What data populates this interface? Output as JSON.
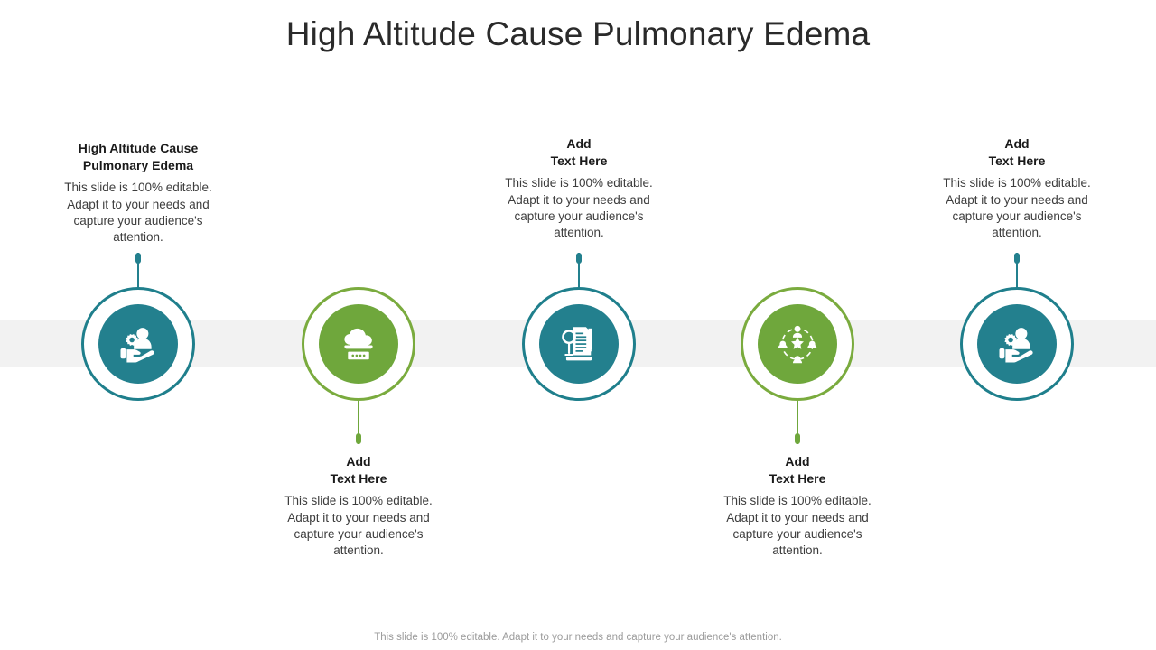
{
  "slide": {
    "title": "High Altitude Cause Pulmonary Edema",
    "footer": "This slide is 100% editable. Adapt it to your needs and capture your audience's attention.",
    "colors": {
      "teal": "#23808e",
      "teal_ring": "#1f7f8c",
      "green": "#6fa73c",
      "green_ring": "#7aab3e",
      "band_gray": "#f2f2f2",
      "title_text": "#2a2a2a",
      "body_text": "#3d3d3d",
      "footer_text": "#9b9b9b"
    },
    "body_text": "This slide is 100% editable. Adapt it to your needs and capture your audience's attention."
  },
  "nodes": [
    {
      "id": "node-1",
      "heading": "High Altitude Cause\nPulmonary Edema",
      "body": "This slide is 100% editable. Adapt it to your needs and capture your audience's attention.",
      "color": "teal",
      "position": "above",
      "icon": "hand-holding-person-gear-icon"
    },
    {
      "id": "node-2",
      "heading": "Add\nText Here",
      "body": "This slide is 100% editable. Adapt it to your needs and capture your audience's attention.",
      "color": "green",
      "position": "below",
      "icon": "cloud-password-icon"
    },
    {
      "id": "node-3",
      "heading": "Add\nText Here",
      "body": "This slide is 100% editable. Adapt it to your needs and capture your audience's attention.",
      "color": "teal",
      "position": "above",
      "icon": "document-magnifier-pen-icon"
    },
    {
      "id": "node-4",
      "heading": "Add\nText Here",
      "body": "This slide is 100% editable. Adapt it to your needs and capture your audience's attention.",
      "color": "green",
      "position": "below",
      "icon": "team-network-star-icon"
    },
    {
      "id": "node-5",
      "heading": "Add\nText Here",
      "body": "This slide is 100% editable. Adapt it to your needs and capture your audience's attention.",
      "color": "teal",
      "position": "above",
      "icon": "hand-holding-person-gear-icon"
    }
  ]
}
